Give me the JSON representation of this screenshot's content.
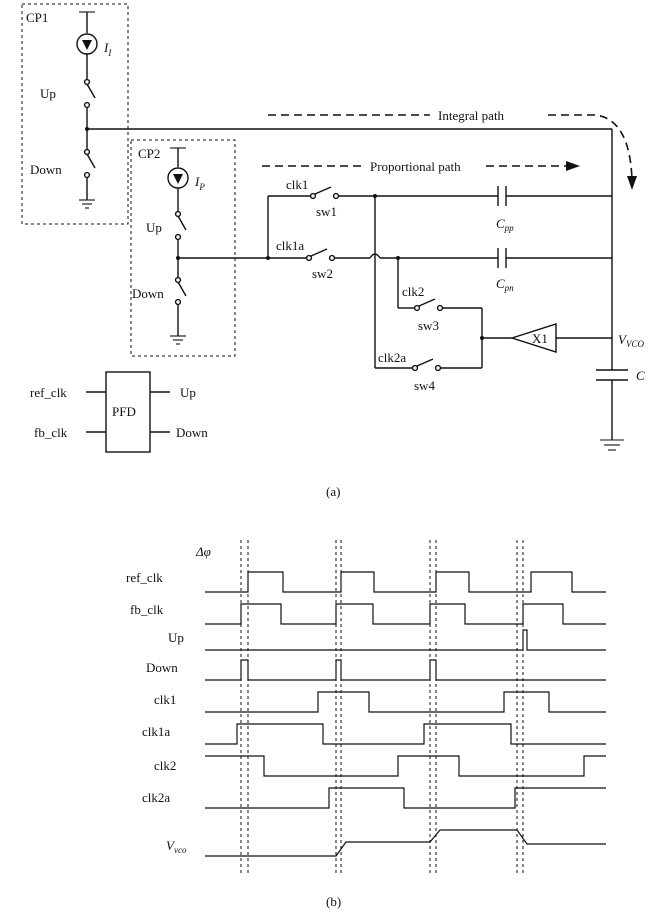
{
  "circuit": {
    "cp1_label": "CP1",
    "cp2_label": "CP2",
    "i1_symbol": "I",
    "i1_sub": "I",
    "ip_symbol": "I",
    "ip_sub": "P",
    "up_label": "Up",
    "down_label": "Down",
    "integral_path": "Integral path",
    "proportional_path": "Proportional path",
    "clk1": "clk1",
    "clk1a": "clk1a",
    "clk2": "clk2",
    "clk2a": "clk2a",
    "sw1": "sw1",
    "sw2": "sw2",
    "sw3": "sw3",
    "sw4": "sw4",
    "cpp_symbol": "C",
    "cpp_sub": "pp",
    "cpn_symbol": "C",
    "cpn_sub": "pn",
    "x1_label": "X1",
    "vvco_symbol": "V",
    "vvco_sub": "VCO",
    "c_label": "C",
    "pfd": {
      "label": "PFD",
      "in1": "ref_clk",
      "in2": "fb_clk",
      "out1": "Up",
      "out2": "Down"
    },
    "caption": "(a)"
  },
  "timing": {
    "dphi_label": "Δφ",
    "signals": [
      {
        "name": "ref_clk",
        "levels": [
          [
            0,
            "L"
          ],
          [
            248,
            "H"
          ],
          [
            283,
            "L"
          ],
          [
            341,
            "H"
          ],
          [
            374,
            "L"
          ],
          [
            436,
            "H"
          ],
          [
            469,
            "L"
          ],
          [
            531,
            "H"
          ],
          [
            572,
            "L"
          ]
        ]
      },
      {
        "name": "fb_clk",
        "levels": [
          [
            0,
            "L"
          ],
          [
            241,
            "H"
          ],
          [
            281,
            "L"
          ],
          [
            336,
            "H"
          ],
          [
            373,
            "L"
          ],
          [
            430,
            "H"
          ],
          [
            465,
            "L"
          ],
          [
            523,
            "H"
          ],
          [
            563,
            "L"
          ]
        ]
      },
      {
        "name": "Up",
        "levels": [
          [
            0,
            "L"
          ],
          [
            248,
            "L"
          ],
          [
            523,
            "H"
          ],
          [
            527,
            "L"
          ]
        ]
      },
      {
        "name": "Down",
        "levels": [
          [
            0,
            "L"
          ],
          [
            241,
            "H"
          ],
          [
            248,
            "L"
          ],
          [
            336,
            "H"
          ],
          [
            341,
            "L"
          ],
          [
            430,
            "H"
          ],
          [
            436,
            "L"
          ]
        ]
      },
      {
        "name": "clk1",
        "levels": [
          [
            0,
            "L"
          ],
          [
            318,
            "H"
          ],
          [
            369,
            "L"
          ],
          [
            504,
            "H"
          ],
          [
            549,
            "L"
          ]
        ]
      },
      {
        "name": "clk1a",
        "levels": [
          [
            0,
            "L"
          ],
          [
            237,
            "H"
          ],
          [
            323,
            "L"
          ],
          [
            424,
            "H"
          ],
          [
            511,
            "L"
          ]
        ]
      },
      {
        "name": "clk2",
        "levels": [
          [
            0,
            "H"
          ],
          [
            264,
            "L"
          ],
          [
            398,
            "H"
          ],
          [
            459,
            "L"
          ],
          [
            584,
            "H"
          ]
        ]
      },
      {
        "name": "clk2a",
        "levels": [
          [
            0,
            "L"
          ],
          [
            329,
            "H"
          ],
          [
            404,
            "L"
          ],
          [
            515,
            "H"
          ]
        ]
      },
      {
        "name": "V_vco",
        "label_symbol": "V",
        "label_sub": "vco"
      }
    ],
    "caption": "(b)"
  }
}
